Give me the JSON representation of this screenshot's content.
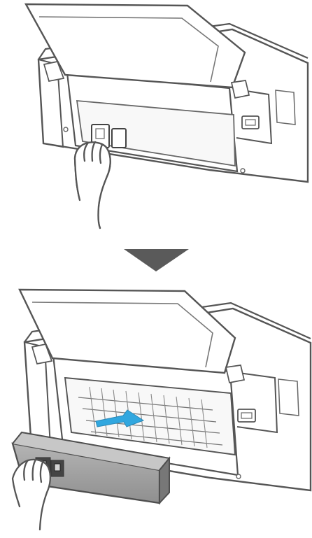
{
  "figure": {
    "panels": [
      {
        "step": "before",
        "subject": "printer-rear-view",
        "action": "pull-rear-cover"
      },
      {
        "step": "after",
        "subject": "printer-rear-view",
        "action": "rear-cover-removed"
      }
    ],
    "indicator": "down-arrow",
    "colors": {
      "outline": "#555555",
      "body_fill": "#ffffff",
      "cover_fill": "#9f9f9f",
      "arrow": "#5a5a5a",
      "highlight_arrow": "#31a7df"
    }
  }
}
